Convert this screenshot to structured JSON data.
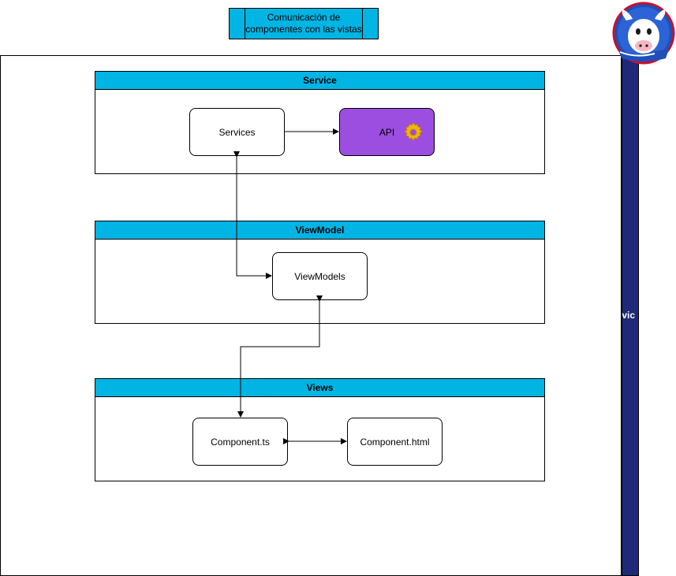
{
  "title": "Comunicación de componentes con las vistas",
  "side_label": "ervic",
  "layers": {
    "service": {
      "header": "Service"
    },
    "viewmodel": {
      "header": "ViewModel"
    },
    "views": {
      "header": "Views"
    }
  },
  "nodes": {
    "services": "Services",
    "api": "API",
    "viewmodels": "ViewModels",
    "component_ts": "Component.ts",
    "component_html": "Component.html"
  },
  "icons": {
    "api": "gear-icon",
    "logo": "cow-mascot-logo"
  },
  "colors": {
    "header": "#00b4e4",
    "api_node": "#9b4ee0",
    "side_bar": "#1e2a78"
  }
}
